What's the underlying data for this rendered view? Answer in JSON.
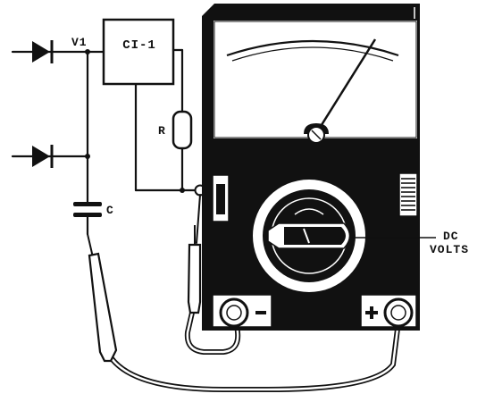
{
  "labels": {
    "v1": "V1",
    "ci": "CI-1",
    "resistor": "R",
    "capacitor": "C",
    "dc": "DC",
    "volts": "VOLTS",
    "minus": "-",
    "plus": "+"
  },
  "colors": {
    "ink": "#111111",
    "paper": "#ffffff",
    "meter_body": "#121212",
    "scale_face": "#ffffff"
  },
  "icons": [
    "diode-icon",
    "capacitor-icon",
    "resistor-icon",
    "ic-block-icon",
    "multimeter-icon",
    "test-probe-icon"
  ]
}
